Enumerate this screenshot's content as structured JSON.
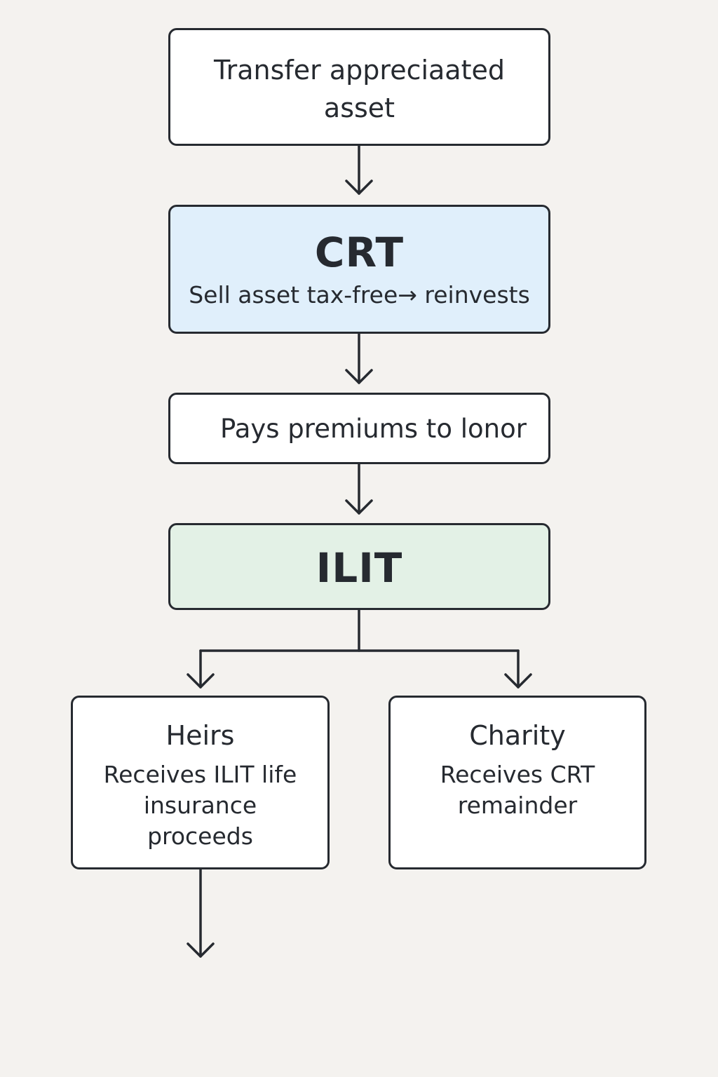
{
  "flow": {
    "transfer": {
      "label": "Transfer appreciaated asset"
    },
    "crt": {
      "title": "CRT",
      "subtitle": "Sell asset tax-free→ reinvests"
    },
    "pays": {
      "label": "Pays premiums to  lonor"
    },
    "ilit": {
      "title": "ILIT"
    },
    "heirs": {
      "title": "Heirs",
      "description": "Receives ILIT life insurance proceeds"
    },
    "charity": {
      "title": "Charity",
      "description": "Receives CRT remainder"
    }
  },
  "colors": {
    "background": "#f4f2ef",
    "stroke": "#262a30",
    "crt_fill": "#e0effb",
    "ilit_fill": "#e3f1e6",
    "box_fill": "#ffffff"
  }
}
